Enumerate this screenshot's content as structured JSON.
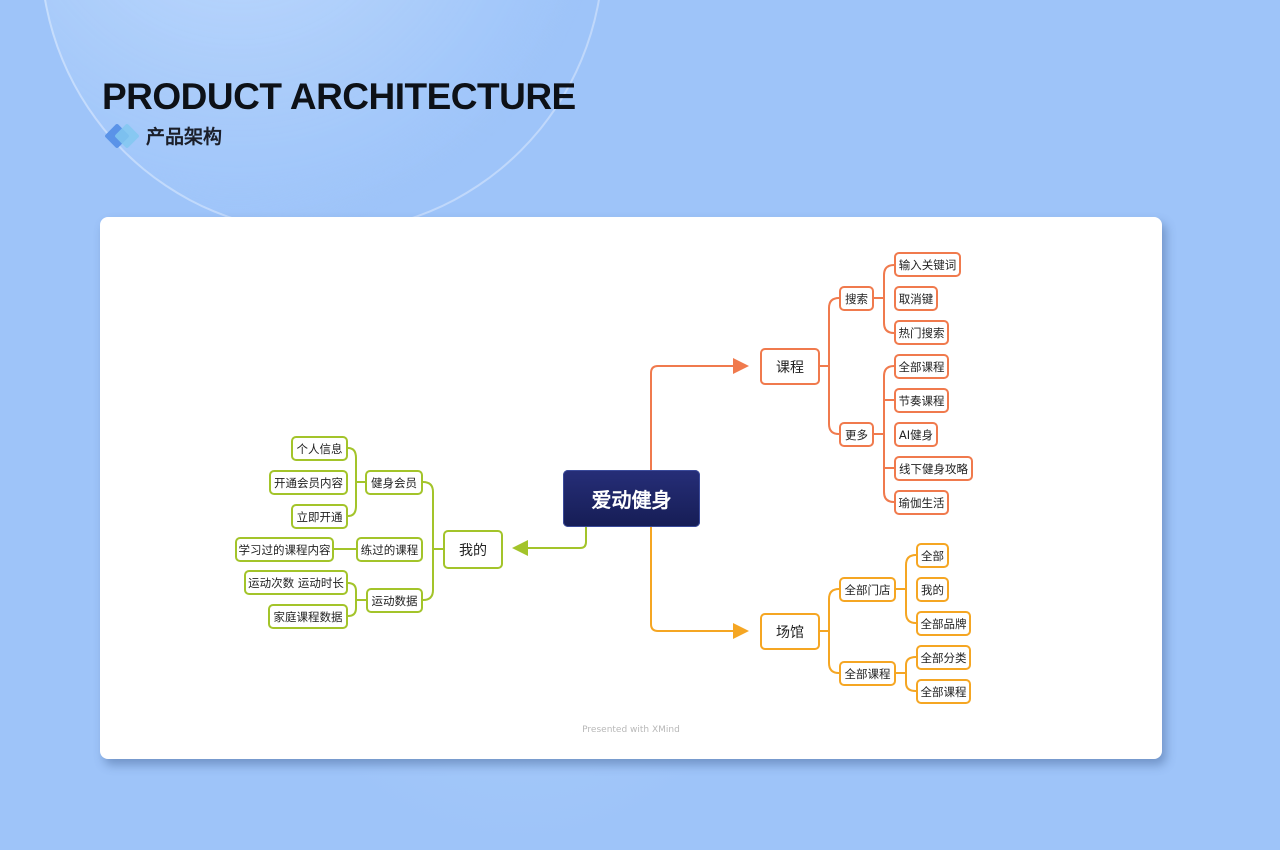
{
  "header": {
    "title": "PRODUCT ARCHITECTURE",
    "subtitle": "产品架构"
  },
  "mindmap": {
    "center": "爱动健身",
    "courses": {
      "label": "课程",
      "search": {
        "label": "搜索",
        "items": [
          "输入关键词",
          "取消键",
          "热门搜索"
        ]
      },
      "more": {
        "label": "更多",
        "items": [
          "全部课程",
          "节奏课程",
          "AI健身",
          "线下健身攻略",
          "瑜伽生活"
        ]
      }
    },
    "venues": {
      "label": "场馆",
      "stores": {
        "label": "全部门店",
        "items": [
          "全部",
          "我的",
          "全部品牌"
        ]
      },
      "courses": {
        "label": "全部课程",
        "items": [
          "全部分类",
          "全部课程"
        ]
      }
    },
    "mine": {
      "label": "我的",
      "membership": {
        "label": "健身会员",
        "items": [
          "个人信息",
          "开通会员内容",
          "立即开通"
        ]
      },
      "history": {
        "label": "练过的课程",
        "items": [
          "学习过的课程内容"
        ]
      },
      "stats": {
        "label": "运动数据",
        "items": [
          "运动次数 运动时长",
          "家庭课程数据"
        ]
      }
    },
    "colors": {
      "courses": "#f07a4d",
      "venues": "#f5a623",
      "mine": "#a3c42a",
      "center": "#1e2566"
    }
  },
  "footer": "Presented with XMind"
}
